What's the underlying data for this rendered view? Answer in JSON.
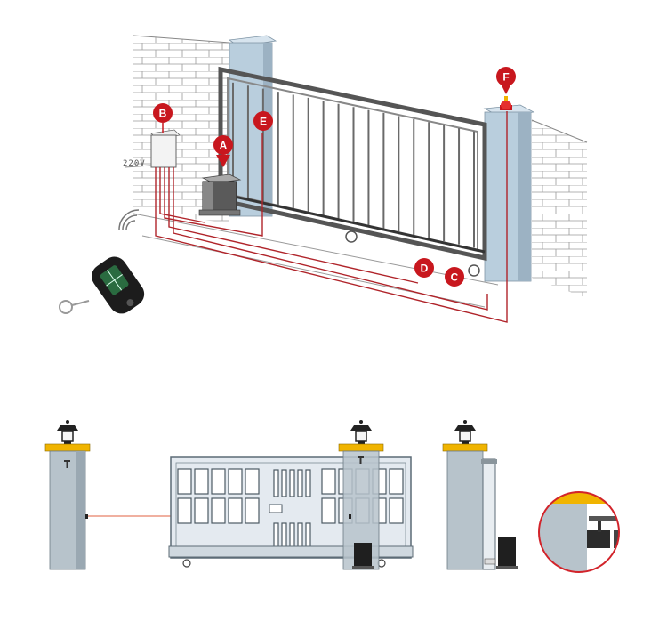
{
  "markers": {
    "a": "A",
    "b": "B",
    "c": "C",
    "d": "D",
    "e": "E",
    "f": "F"
  },
  "voltage_label": "220V",
  "colors": {
    "marker_red": "#c8171e",
    "wire_red": "#b0242a",
    "pillar_blue": "#b9cedd",
    "pillar_gray": "#b7c3cb",
    "cap_yellow": "#f0b400",
    "beam_red": "#e06040",
    "lamp_black": "#222222"
  },
  "icons": {
    "remote": "remote-control-icon",
    "signal": "wireless-signal-icon",
    "lamp": "post-lamp-icon",
    "warning_light": "warning-light-icon"
  }
}
